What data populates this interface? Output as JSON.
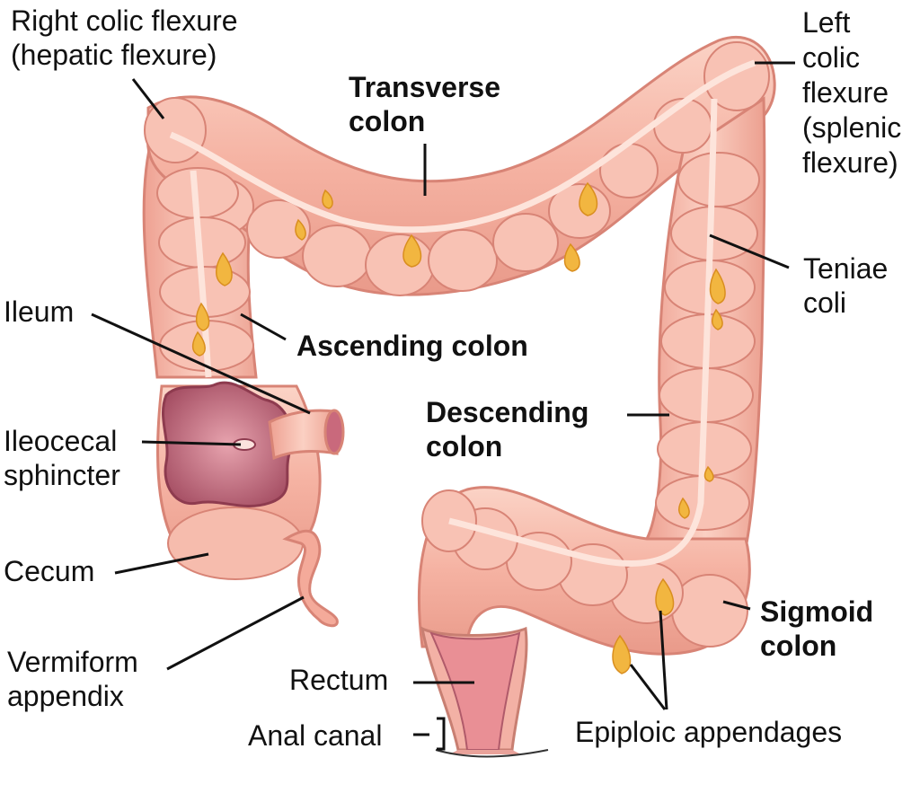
{
  "colors": {
    "colon_fill": "#f4b3a3",
    "colon_highlight": "#fbd6cb",
    "colon_stroke": "#d88476",
    "mucosa": "#b4586a",
    "fat": "#f2b640",
    "leader": "#111111"
  },
  "labels": {
    "right_flexure": [
      "Right colic flexure",
      "(hepatic flexure)"
    ],
    "left_flexure": [
      "Left",
      "colic",
      "flexure",
      "(splenic",
      "flexure)"
    ],
    "transverse": [
      "Transverse",
      "colon"
    ],
    "teniae": [
      "Teniae",
      "coli"
    ],
    "ileum": "Ileum",
    "ascending": "Ascending colon",
    "ileocecal": [
      "Ileocecal",
      "sphincter"
    ],
    "descending": [
      "Descending",
      "colon"
    ],
    "cecum": "Cecum",
    "sigmoid": [
      "Sigmoid",
      "colon"
    ],
    "appendix": [
      "Vermiform",
      "appendix"
    ],
    "rectum": "Rectum",
    "anal_canal": "Anal canal",
    "epiploic": "Epiploic appendages"
  }
}
